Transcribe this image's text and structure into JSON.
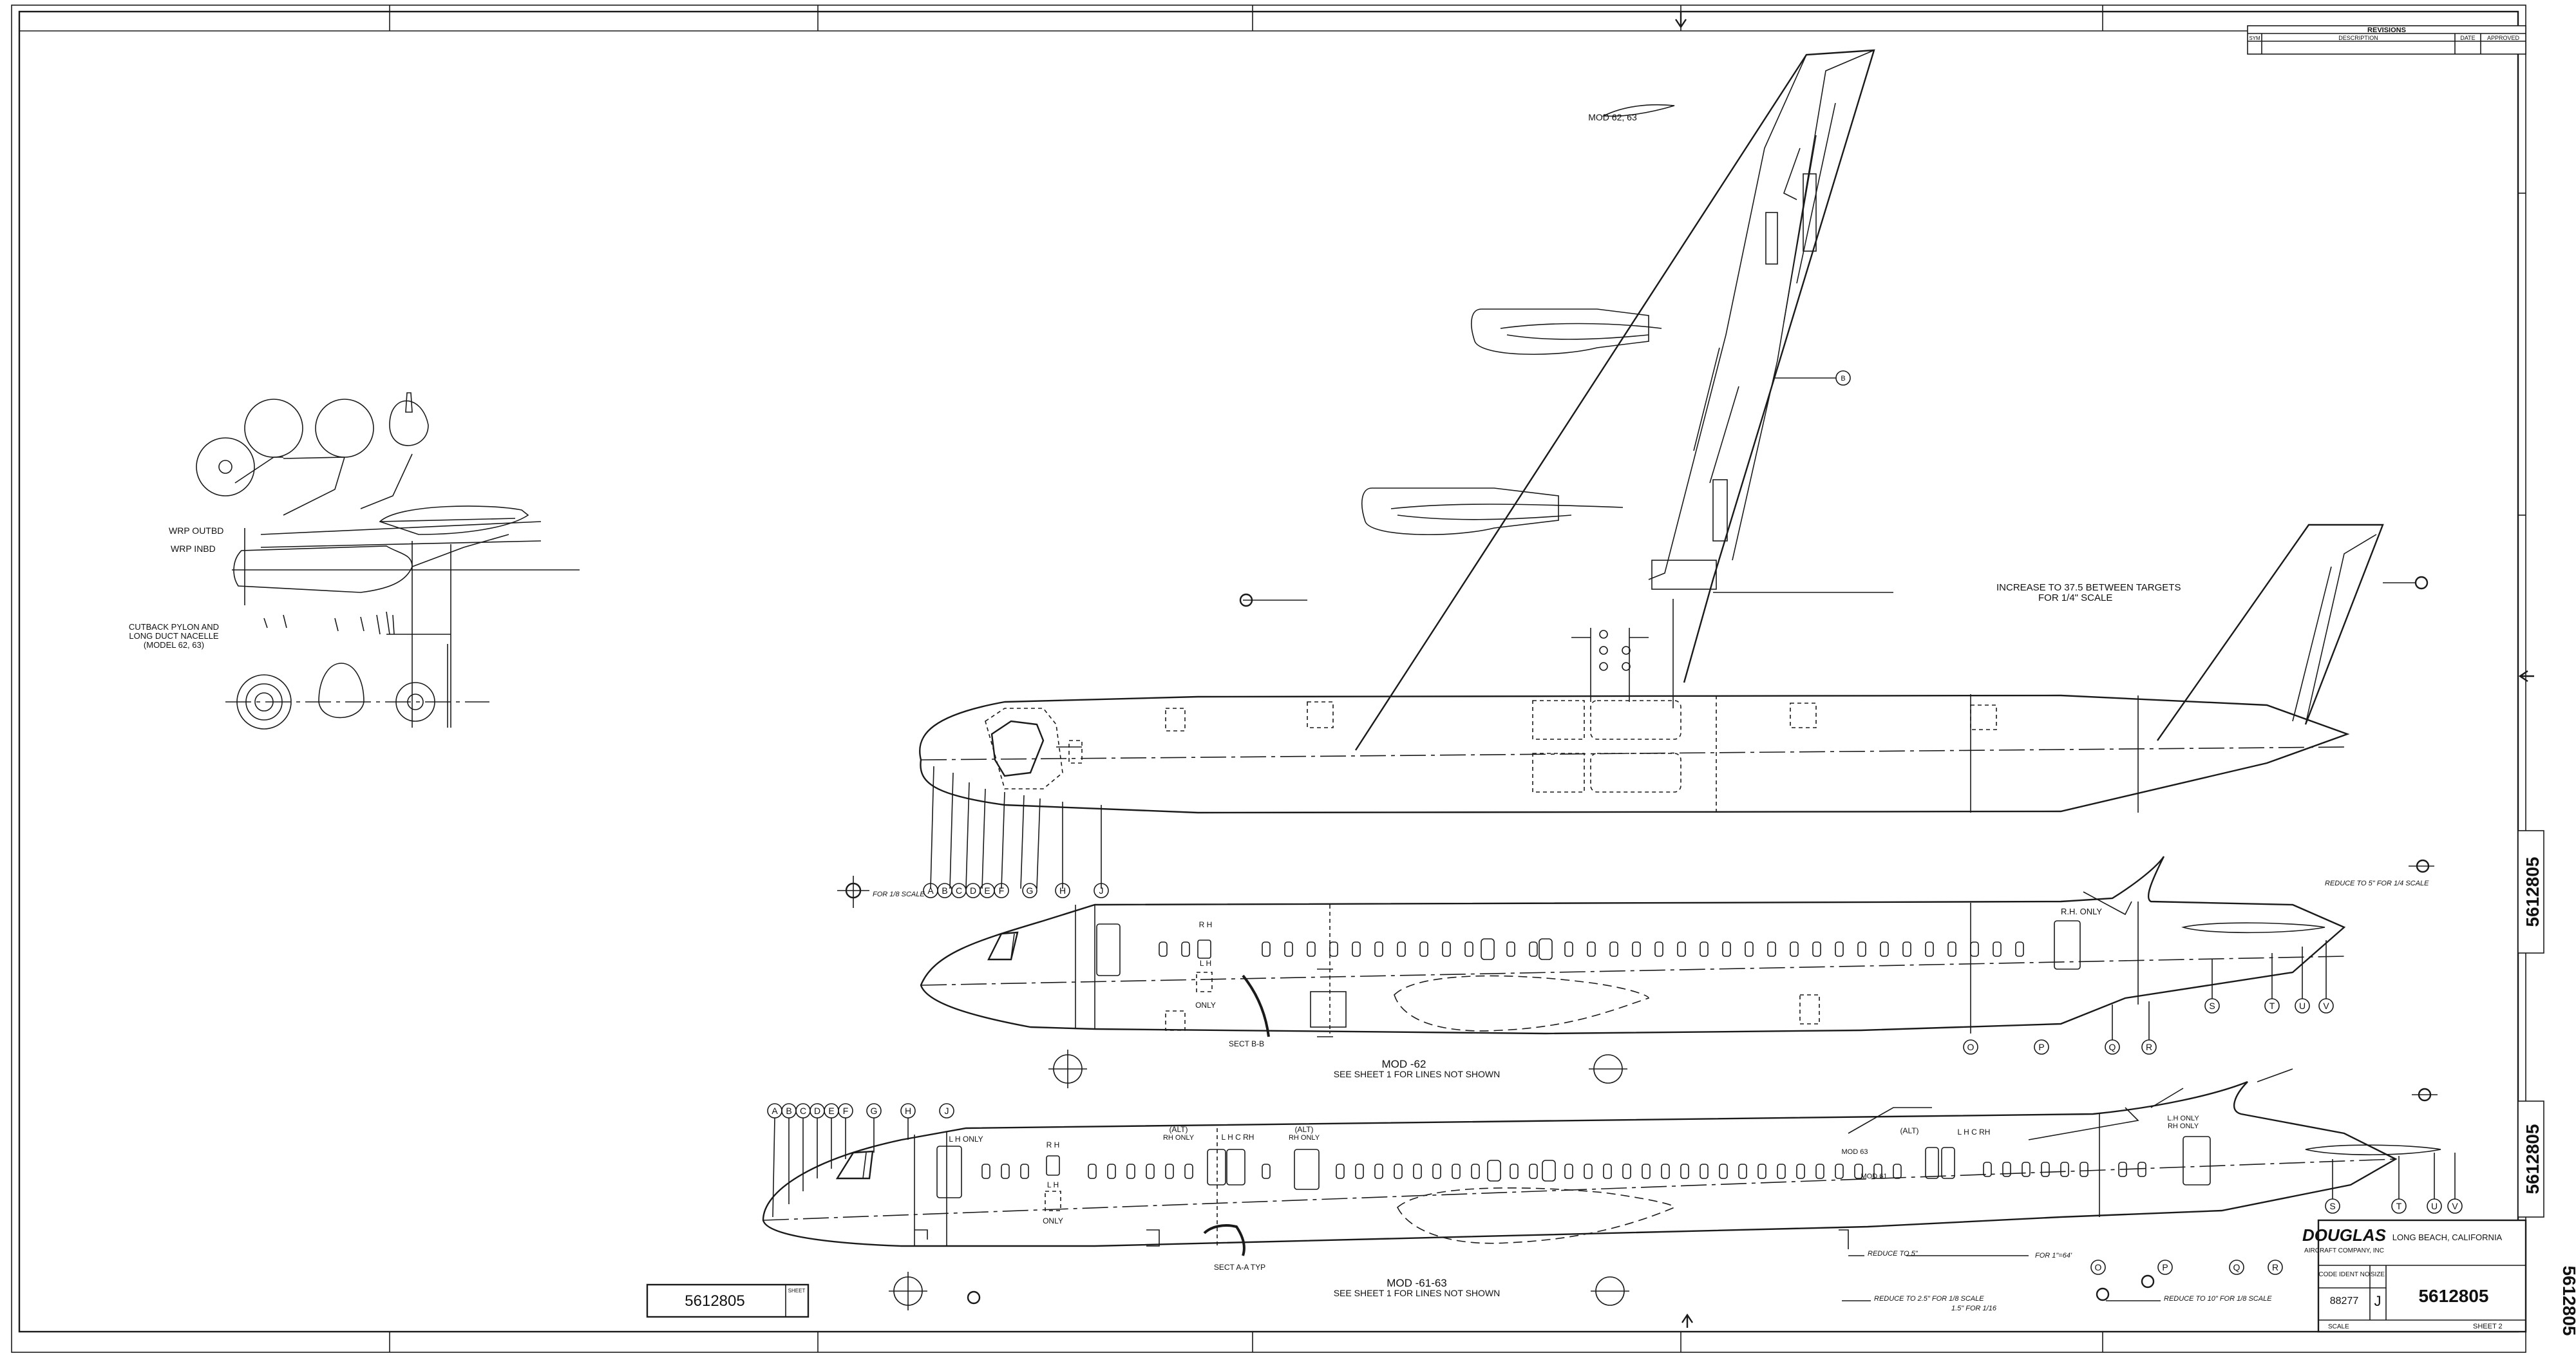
{
  "revisions": {
    "title": "REVISIONS",
    "col_sym": "SYM",
    "col_description": "DESCRIPTION",
    "col_date": "DATE",
    "col_approved": "APPROVED"
  },
  "notes": {
    "mod_62_63_top": "MOD 62, 63",
    "increase_line1": "INCREASE TO 37.5 BETWEEN TARGETS",
    "increase_line2": "FOR 1/4\" SCALE",
    "wrp_outbd": "WRP OUTBD",
    "wrp_inbd": "WRP INBD",
    "cutback_line1": "CUTBACK PYLON AND",
    "cutback_line2": "LONG DUCT NACELLE",
    "cutback_line3": "(MODEL 62, 63)",
    "for_scale_1": "FOR 1/8 SCALE",
    "reduce_scale_1": "REDUCE TO 5\" FOR 1/4 SCALE",
    "reduce_to_5": "REDUCE TO 5\"",
    "for_1_64": "FOR 1\"=64'",
    "reduce_25": "REDUCE TO 2.5\" FOR 1/8 SCALE",
    "reduce_25b": "1.5\" FOR 1/16",
    "reduce_10": "REDUCE TO 10\" FOR 1/8 SCALE",
    "ptr_b": "B"
  },
  "mod62": {
    "title": "MOD -62",
    "subtitle": "SEE SHEET 1 FOR LINES NOT SHOWN",
    "rh_only": "R.H. ONLY",
    "rh": "R H",
    "lh": "L H",
    "only": "ONLY",
    "sect_bb": "SECT B-B",
    "station_letters_front": [
      "A",
      "B",
      "C",
      "D",
      "E",
      "F",
      "G",
      "H",
      "J"
    ],
    "station_letters_rear": [
      "O",
      "P",
      "Q",
      "R",
      "S",
      "T",
      "U",
      "V"
    ]
  },
  "mod61": {
    "title": "MOD -61-63",
    "subtitle": "SEE SHEET 1 FOR LINES NOT SHOWN",
    "lh_only": "L H ONLY",
    "rh": "R H",
    "lh": "L H",
    "only": "ONLY",
    "alt_rh_only": "(ALT)",
    "rh_only_small": "RH ONLY",
    "lh_c_rh": "L H C RH",
    "alt2": "(ALT)",
    "rh_only2": "RH ONLY",
    "alt3": "(ALT)",
    "lh_c_rh2": "L H C RH",
    "mod63": "MOD 63",
    "mod61": "MOD 61",
    "lh_only_r": "L.H ONLY",
    "rh_only_r": "RH ONLY",
    "sect_aa": "SECT A-A  TYP",
    "station_letters_front": [
      "A",
      "B",
      "C",
      "D",
      "E",
      "F",
      "G",
      "H",
      "J"
    ],
    "station_letters_rear": [
      "O",
      "P",
      "Q",
      "R",
      "S",
      "T",
      "U",
      "V"
    ]
  },
  "title_block": {
    "company": "DOUGLAS",
    "company_sub": "AIRCRAFT COMPANY, INC",
    "location": "LONG BEACH, CALIFORNIA",
    "code_ident_label": "CODE IDENT NO",
    "code_ident": "88277",
    "size_label": "SIZE",
    "size": "J",
    "scale_label": "SCALE",
    "sheet_label": "SHEET",
    "sheet": "SHEET 2",
    "drawing_number": "5612805"
  },
  "side_numbers": {
    "right_a": "5612805",
    "right_b": "5612805",
    "edge": "5612805",
    "bottom_box": "5612805",
    "bottom_sheet": "SHEET"
  }
}
